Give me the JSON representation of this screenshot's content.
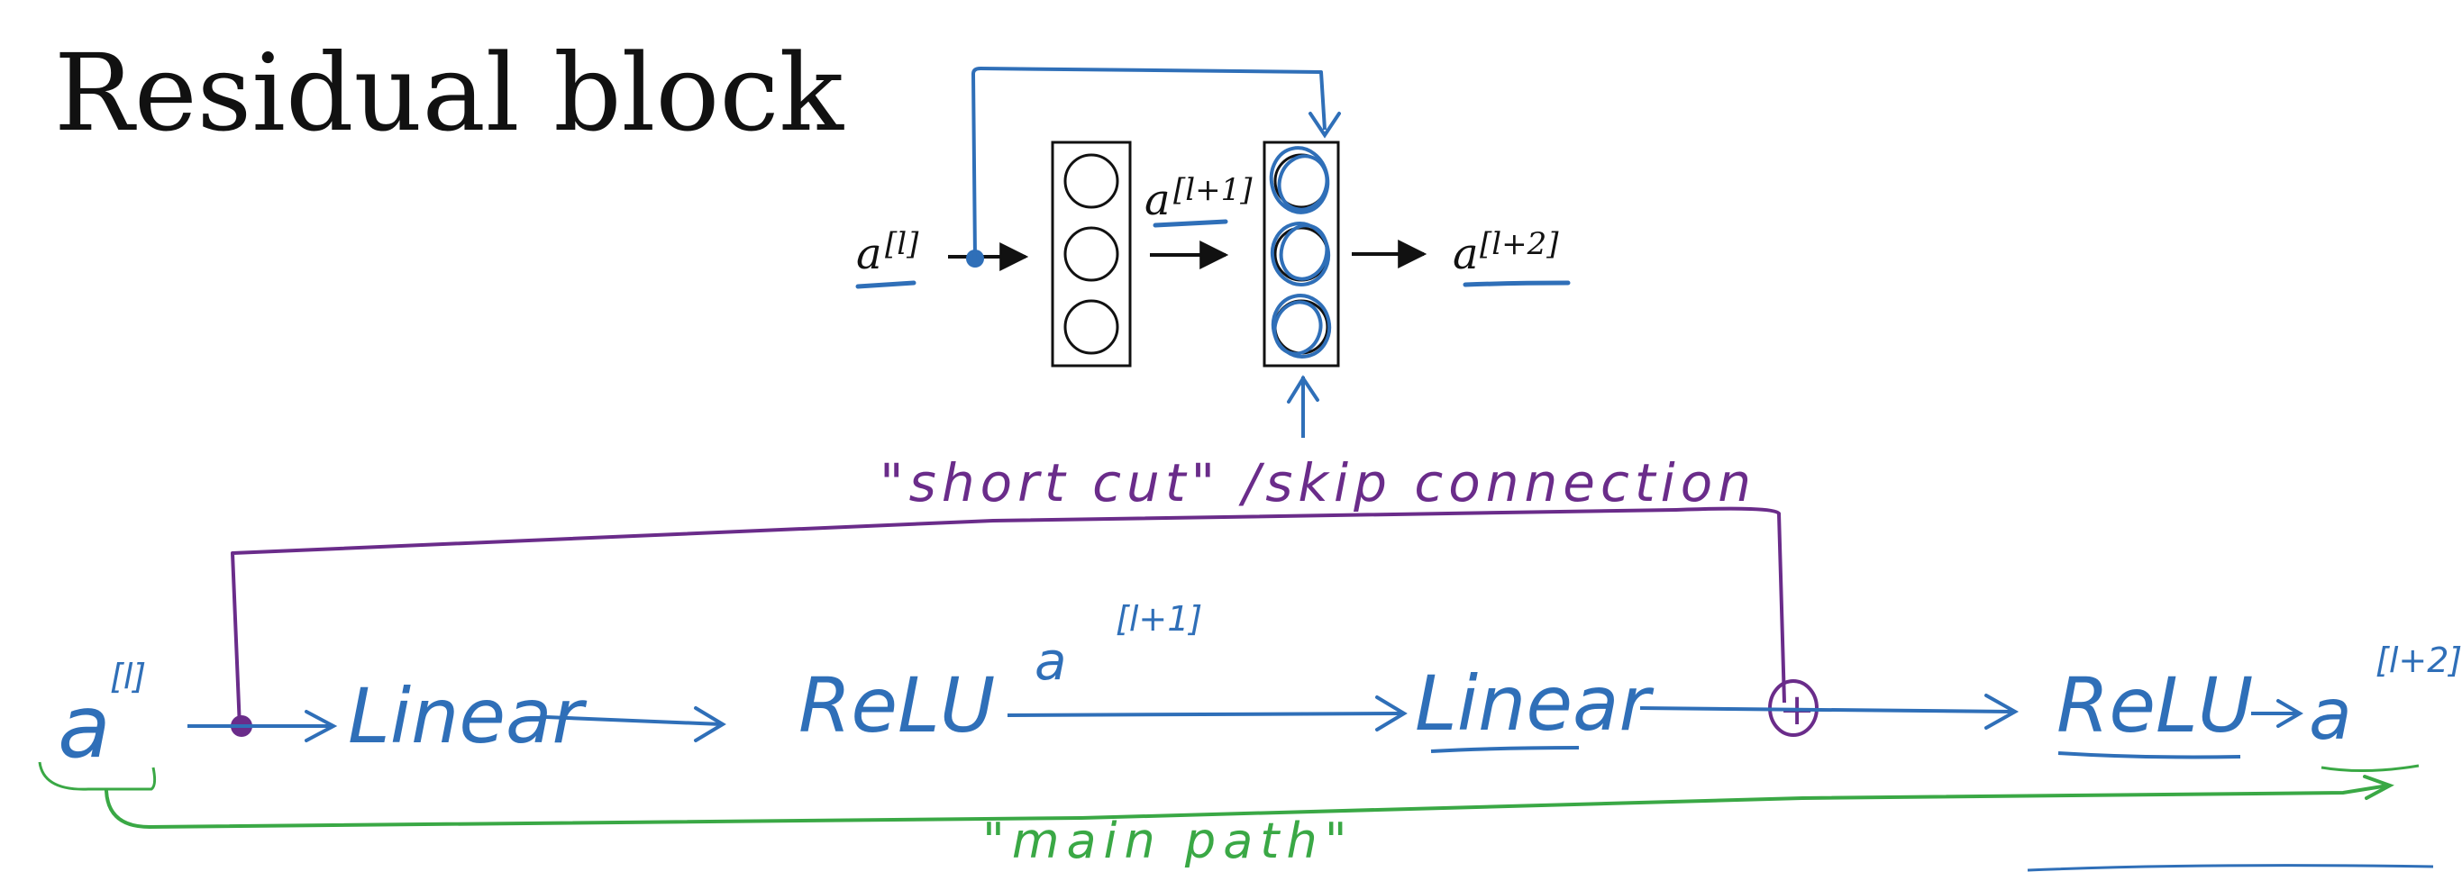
{
  "slide": {
    "title": "Residual block"
  },
  "top_diagram": {
    "input_label": "a",
    "input_superscript": "[l]",
    "middle_label": "a",
    "middle_superscript": "[l+1]",
    "output_label": "a",
    "output_superscript": "[l+2]",
    "layers": [
      {
        "neurons": 3
      },
      {
        "neurons": 3
      }
    ]
  },
  "annotations": {
    "shortcut_caption": "\"short cut\" /skip connection",
    "main_path_caption": "\"main path\""
  },
  "bottom_pipeline": {
    "input": "a",
    "input_sup": "[l]",
    "steps": [
      "Linear",
      "ReLU",
      "Linear",
      "ReLU"
    ],
    "mid_activation": "a",
    "mid_sup": "[l+1]",
    "output": "a",
    "output_sup": "[l+2]",
    "add_symbol": "+"
  },
  "colors": {
    "ink_black": "#111111",
    "ink_blue": "#2f6fb8",
    "ink_purple": "#6a2c8a",
    "ink_green": "#3aa845"
  }
}
